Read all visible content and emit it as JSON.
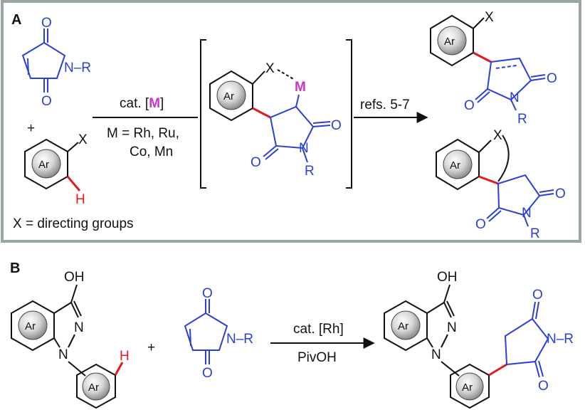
{
  "panel_a": {
    "label": "A",
    "reagent_cat_prefix": "cat. [",
    "reagent_cat_metal": "M",
    "reagent_cat_suffix": "]",
    "metals_line1": "M = Rh, Ru,",
    "metals_line2": "Co, Mn",
    "refs": "refs. 5-7",
    "plus": "+",
    "footnote": "X = directing groups",
    "atom_x": "X",
    "atom_m": "M",
    "atom_h": "H",
    "atom_n": "N",
    "atom_o": "O",
    "group_r": "R",
    "ring_ar": "Ar",
    "n_r": "N–R"
  },
  "panel_b": {
    "label": "B",
    "plus": "+",
    "catalyst": "cat. [Rh]",
    "additive": "PivOH",
    "oh": "OH",
    "atom_n": "N",
    "atom_h": "H",
    "atom_o": "O",
    "ring_ar": "Ar",
    "n_r": "N–R"
  },
  "colors": {
    "maleimide": "#2a3fd6",
    "new_bond": "#e21c1c",
    "metal": "#cc33cc",
    "frame": "#9aa4a4"
  }
}
